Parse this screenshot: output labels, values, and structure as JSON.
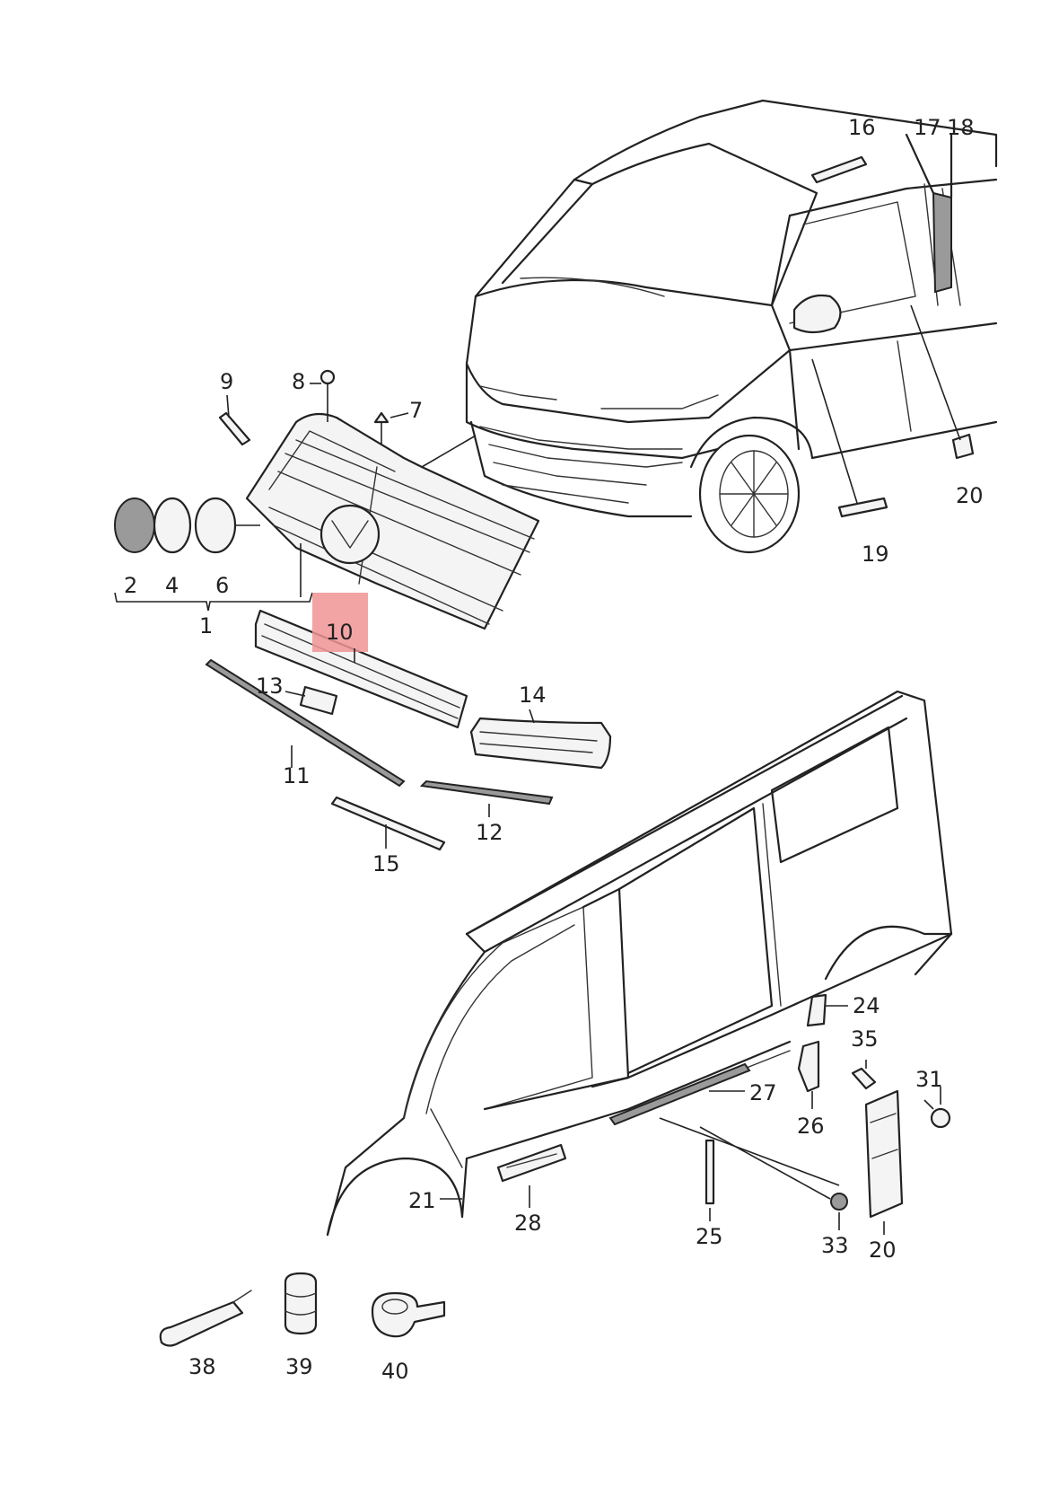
{
  "highlight_color": "#f09494",
  "labels": {
    "p1": "1",
    "p2": "2",
    "p4": "4",
    "p6": "6",
    "p7": "7",
    "p8": "8",
    "p9": "9",
    "p10": "10",
    "p11": "11",
    "p12": "12",
    "p13": "13",
    "p14": "14",
    "p15": "15",
    "p16": "16",
    "p17": "17",
    "p18": "18",
    "p19": "19",
    "p20a": "20",
    "p20b": "20",
    "p21": "21",
    "p24": "24",
    "p25": "25",
    "p26": "26",
    "p27": "27",
    "p28": "28",
    "p31": "31",
    "p33": "33",
    "p35": "35",
    "p38": "38",
    "p39": "39",
    "p40": "40"
  },
  "highlighted_part": "10"
}
